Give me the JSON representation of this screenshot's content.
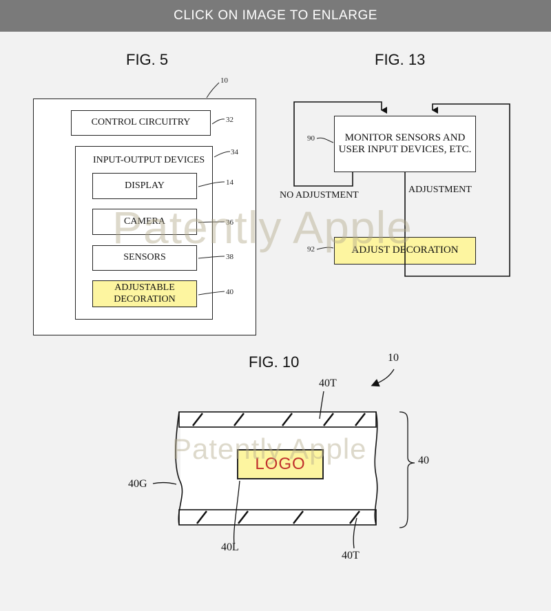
{
  "banner": {
    "label": "CLICK ON IMAGE TO ENLARGE"
  },
  "fig5": {
    "title": "FIG. 5",
    "ref_device": "10",
    "control": {
      "label": "CONTROL CIRCUITRY",
      "ref": "32"
    },
    "io": {
      "label": "INPUT-OUTPUT DEVICES",
      "ref": "34"
    },
    "display": {
      "label": "DISPLAY",
      "ref": "14"
    },
    "camera": {
      "label": "CAMERA",
      "ref": "36"
    },
    "sensors": {
      "label": "SENSORS",
      "ref": "38"
    },
    "decoration": {
      "label_line1": "ADJUSTABLE",
      "label_line2": "DECORATION",
      "ref": "40"
    }
  },
  "fig13": {
    "title": "FIG. 13",
    "monitor": {
      "label_line1": "MONITOR SENSORS AND",
      "label_line2": "USER INPUT DEVICES, ETC.",
      "ref": "90"
    },
    "adjust": {
      "label": "ADJUST DECORATION",
      "ref": "92"
    },
    "no_adjustment": "NO ADJUSTMENT",
    "adjustment": "ADJUSTMENT"
  },
  "fig10": {
    "title": "FIG. 10",
    "ref_device": "10",
    "logo": "LOGO",
    "ref_top": "40T",
    "ref_bottom": "40T",
    "ref_glass": "40G",
    "ref_logo": "40L",
    "ref_stack": "40"
  },
  "watermark": {
    "text": "Patently Apple"
  },
  "colors": {
    "highlight": "#fdf5a0",
    "logo_text": "#c0302d",
    "banner": "#7a7a7a",
    "background": "#f2f2f2"
  }
}
